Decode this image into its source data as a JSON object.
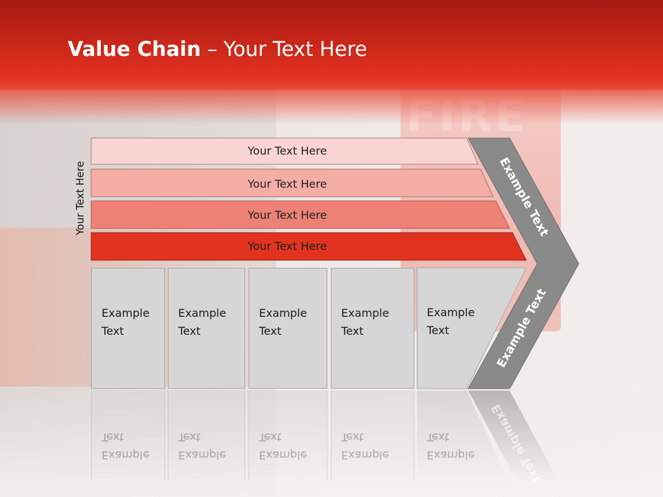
{
  "title": {
    "bold": "Value Chain",
    "rest": " – Your Text Here"
  },
  "side_label": "Your Text Here",
  "bars": [
    {
      "label": "Your Text Here",
      "color": "#f8d4d2"
    },
    {
      "label": "Your Text Here",
      "color": "#f4aea5"
    },
    {
      "label": "Your Text Here",
      "color": "#ee8175"
    },
    {
      "label": "Your Text Here",
      "color": "#e3321f"
    }
  ],
  "chevron": {
    "upper_label": "Example Text",
    "lower_label": "Example Text",
    "color": "#8a8a8a"
  },
  "boxes": [
    {
      "line1": "Example",
      "line2": "Text"
    },
    {
      "line1": "Example",
      "line2": "Text"
    },
    {
      "line1": "Example",
      "line2": "Text"
    },
    {
      "line1": "Example",
      "line2": "Text"
    },
    {
      "line1": "Example",
      "line2": "Text"
    }
  ],
  "colors": {
    "header": "#c62518",
    "box_fill": "#d6d6d6",
    "box_border": "#a8a8a8"
  }
}
